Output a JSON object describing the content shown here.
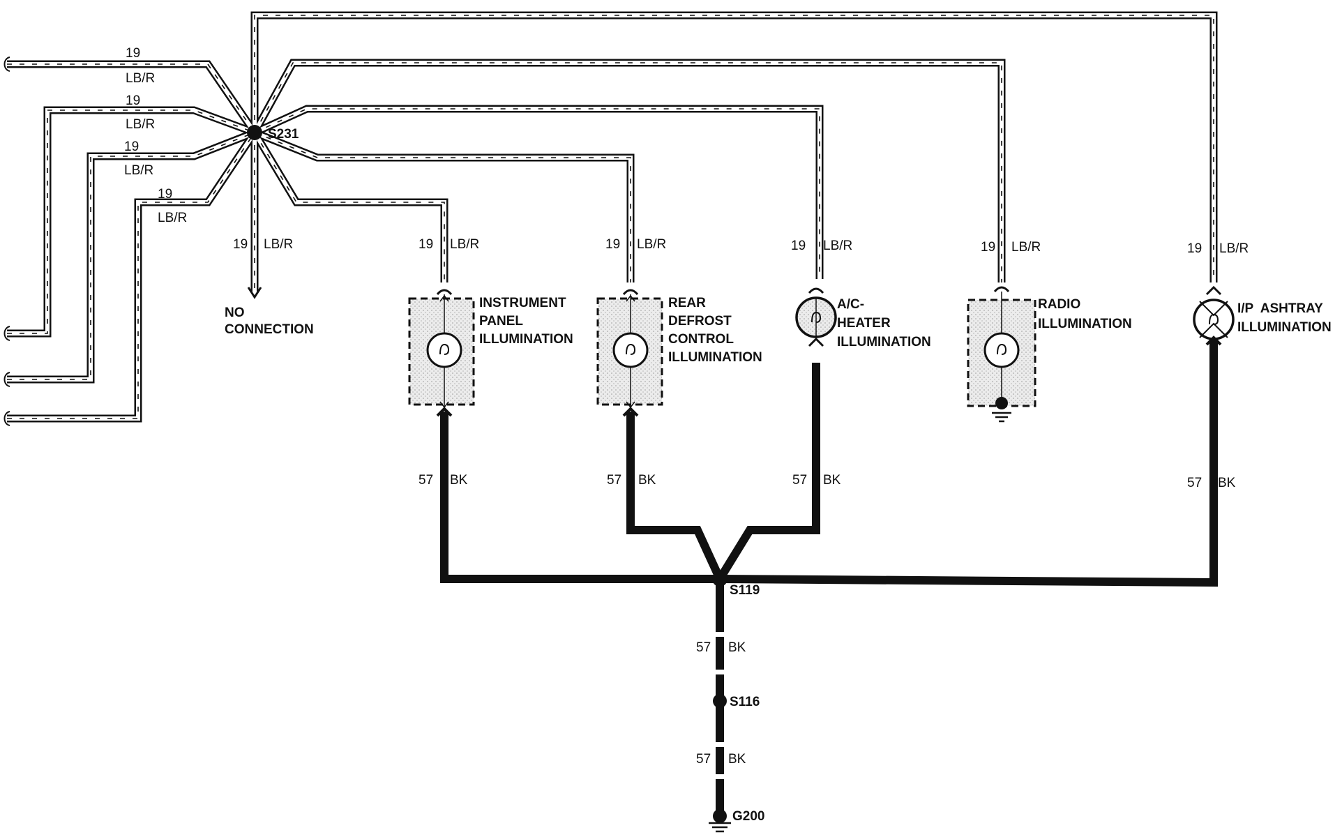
{
  "splices": {
    "s231": "S231",
    "s119": "S119",
    "s116": "S116",
    "g200": "G200"
  },
  "wire_hot": {
    "circuit": "19",
    "color": "LB/R"
  },
  "wire_ground": {
    "circuit": "57",
    "color": "BK"
  },
  "no_connection": [
    "NO",
    "CONNECTION"
  ],
  "components": {
    "instrument_panel": [
      "INSTRUMENT",
      "PANEL",
      "ILLUMINATION"
    ],
    "rear_defrost": [
      "REAR",
      "DEFROST",
      "CONTROL",
      "ILLUMINATION"
    ],
    "ac_heater": [
      "A/C-",
      "HEATER",
      "ILLUMINATION"
    ],
    "radio": [
      "RADIO",
      "ILLUMINATION"
    ],
    "ip_ashtray": [
      "I/P  ASHTRAY",
      "ILLUMINATION"
    ]
  },
  "colors": {
    "ink": "#111111",
    "box_fill": "#e6e6e6"
  }
}
